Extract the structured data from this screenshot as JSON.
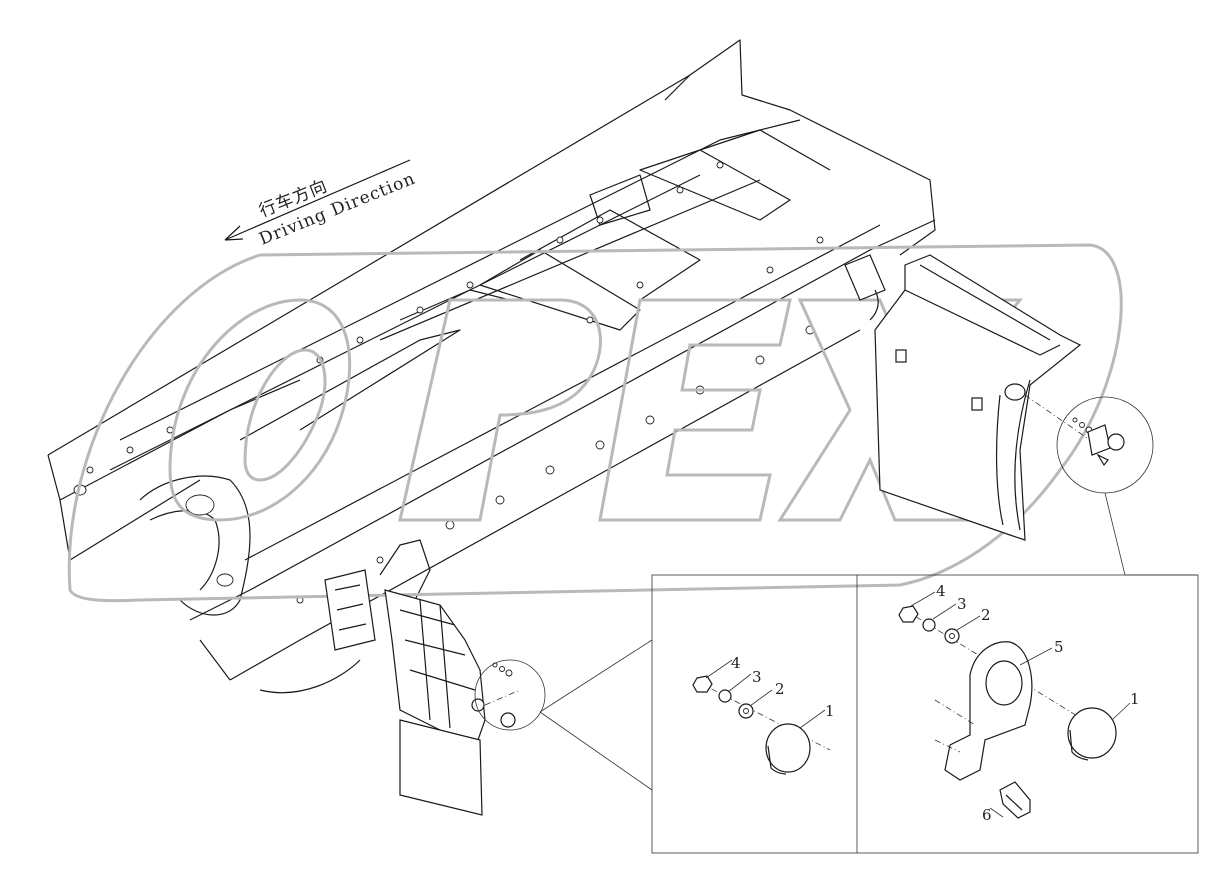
{
  "direction": {
    "chinese": "行车方向",
    "english": "Driving Direction"
  },
  "watermark": "OPEX",
  "callouts_left": [
    "4",
    "3",
    "2",
    "1"
  ],
  "callouts_right": [
    "4",
    "3",
    "2",
    "5",
    "1",
    "6"
  ]
}
